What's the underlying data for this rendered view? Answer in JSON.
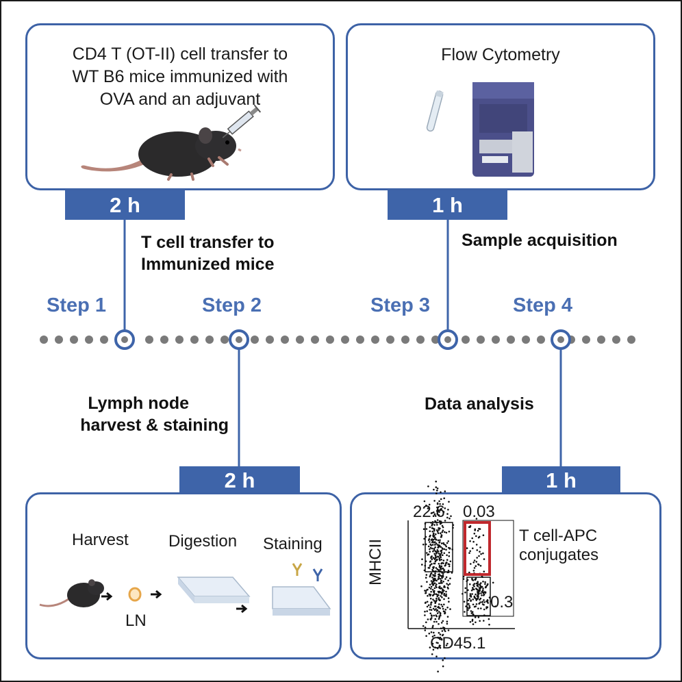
{
  "step1": {
    "title_lines": [
      "CD4 T (OT-II) cell transfer to",
      "WT B6 mice immunized with",
      "OVA and an adjuvant"
    ],
    "duration": "2 h",
    "caption_lines": [
      "T cell transfer to",
      "Immunized mice"
    ],
    "step_label": "Step 1"
  },
  "step2": {
    "step_label": "Step 2",
    "caption_lines": [
      "Lymph node",
      "harvest & staining"
    ],
    "duration": "2 h",
    "panel": {
      "harvest": "Harvest",
      "digestion": "Digestion",
      "staining": "Staining",
      "ln": "LN"
    }
  },
  "step3": {
    "title": "Flow Cytometry",
    "duration": "1 h",
    "caption": "Sample acquisition",
    "step_label": "Step 3"
  },
  "step4": {
    "step_label": "Step 4",
    "caption": "Data analysis",
    "duration": "1 h",
    "plot": {
      "gate_left": "22.6",
      "gate_mid": "0.03",
      "gate_low": "0.3",
      "y_axis": "MHCII",
      "x_axis": "CD45.1",
      "annotation_lines": [
        "T cell-APC",
        "conjugates"
      ]
    }
  },
  "colors": {
    "accent": "#3e64a9",
    "timeline_dot": "#7a7a7a",
    "highlight_gate": "#c0282d"
  }
}
